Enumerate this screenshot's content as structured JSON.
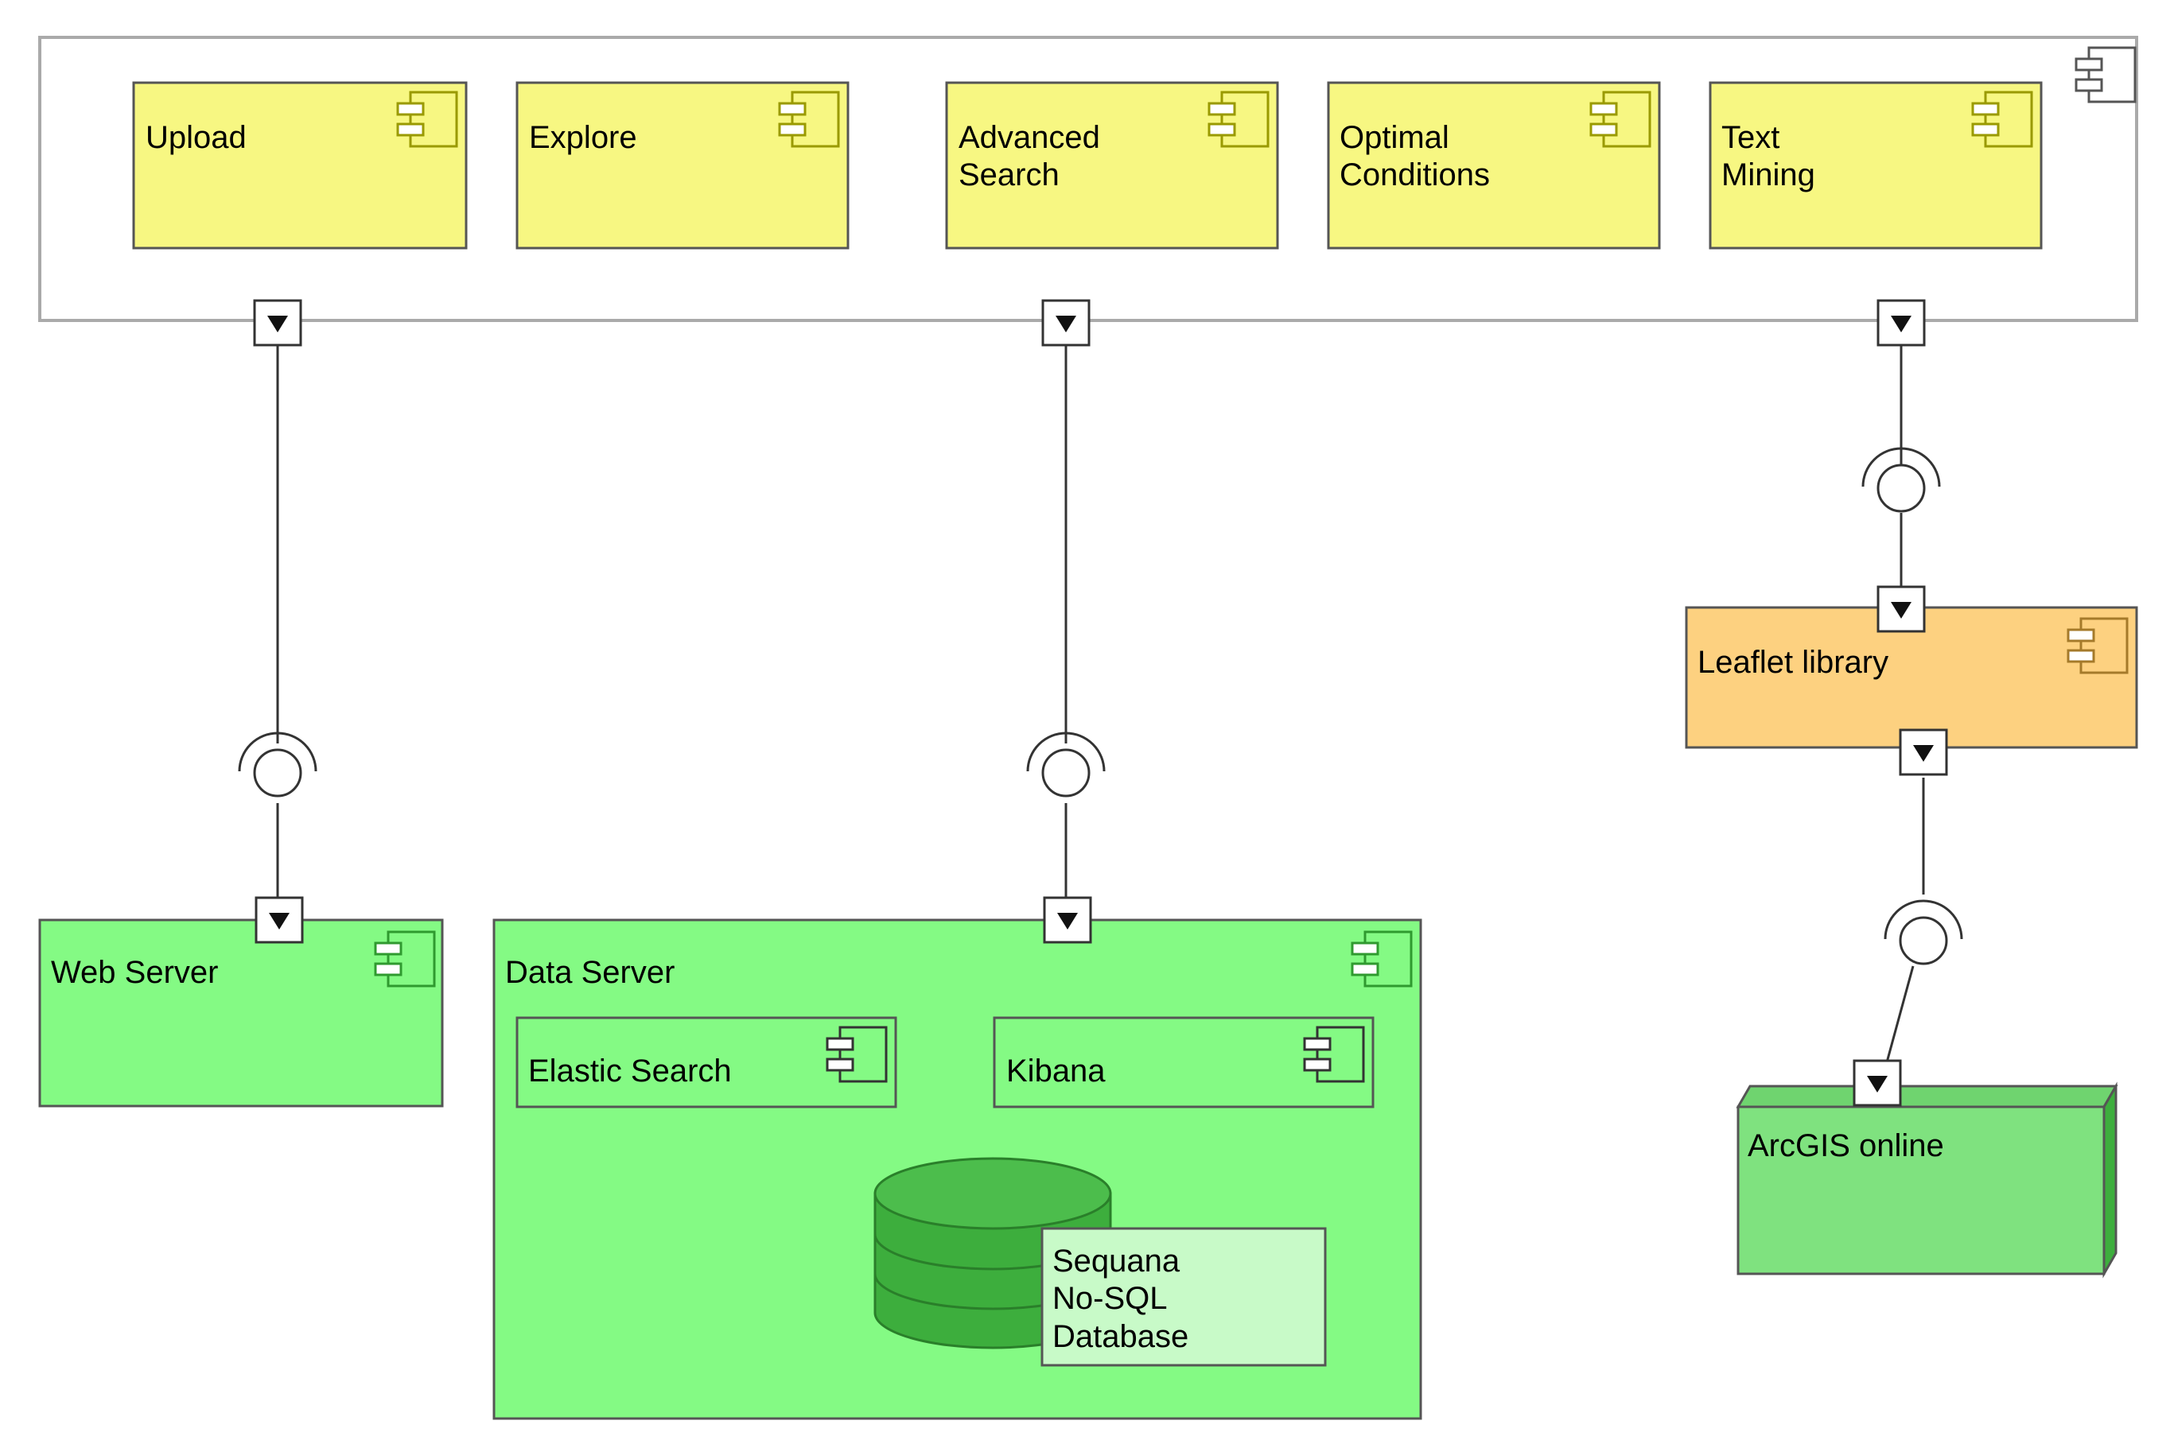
{
  "colors": {
    "frame_fill": "#ffffff",
    "frame_stroke": "#aaaaaa",
    "ui_component_fill": "#f7f782",
    "ui_component_stroke": "#555555",
    "ui_icon": "#9a9a00",
    "server_fill": "#84fa84",
    "server_stroke": "#555555",
    "server_icon": "#2f9a2f",
    "library_fill": "#fdd180",
    "library_icon": "#a57a2a",
    "node_fill": "#7fe27f",
    "node_side": "#3dae3d",
    "node_icon": "#2f9a2f",
    "db_fill": "#3dae3d",
    "db_stroke": "#2a7f2a",
    "db_label_fill": "#c8fac8",
    "port_fill": "#ffffff",
    "line": "#333333"
  },
  "ui_components": [
    {
      "id": "upload",
      "lines": [
        "Upload"
      ]
    },
    {
      "id": "explore",
      "lines": [
        "Explore"
      ]
    },
    {
      "id": "advanced-search",
      "lines": [
        "Advanced",
        "Search"
      ]
    },
    {
      "id": "optimal-conditions",
      "lines": [
        "Optimal",
        "Conditions"
      ]
    },
    {
      "id": "text-mining",
      "lines": [
        "Text",
        "Mining"
      ]
    }
  ],
  "web_server": {
    "label": "Web Server"
  },
  "data_server": {
    "label": "Data Server",
    "components": [
      {
        "id": "elastic-search",
        "label": "Elastic Search"
      },
      {
        "id": "kibana",
        "label": "Kibana"
      }
    ],
    "database": {
      "lines": [
        "Sequana",
        "No-SQL",
        "Database"
      ]
    }
  },
  "leaflet": {
    "label": "Leaflet library"
  },
  "arcgis": {
    "label": "ArcGIS online"
  },
  "icons": {
    "component": "component-icon",
    "port": "port-arrow-icon",
    "interface": "required-interface-icon",
    "database": "database-cylinder-icon"
  }
}
